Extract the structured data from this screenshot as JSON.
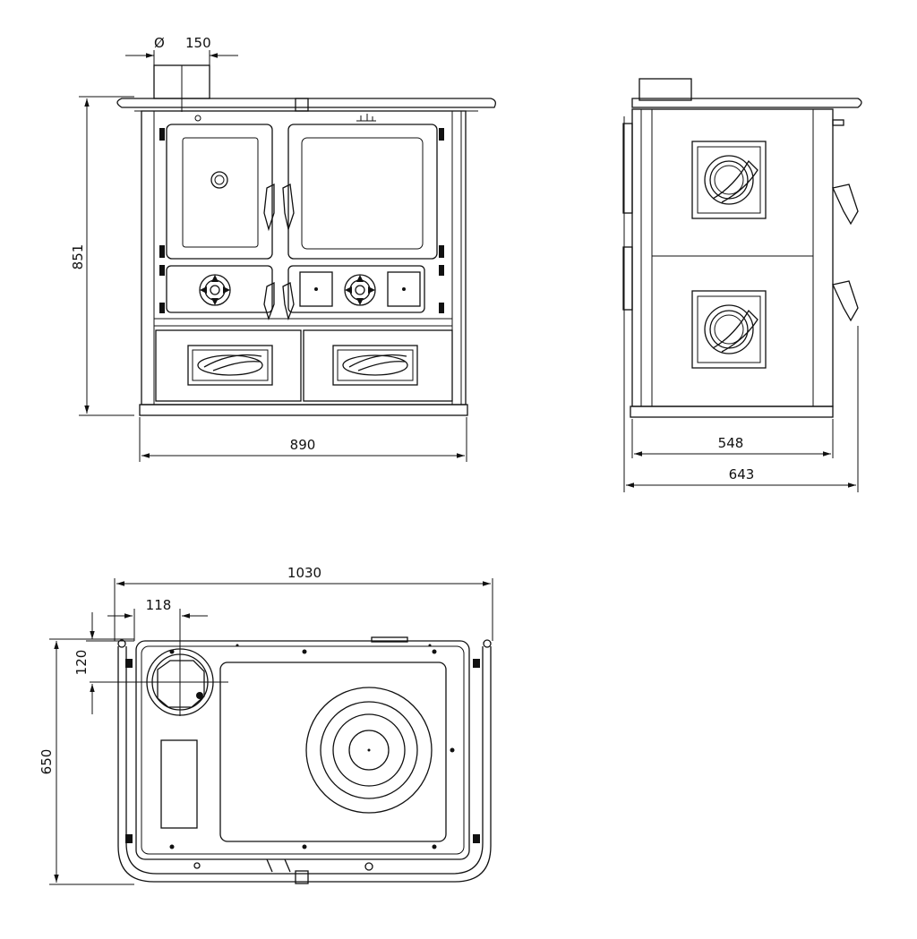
{
  "front_view": {
    "flue_diameter_symbol": "Ø",
    "flue_diameter": "150",
    "height": "851",
    "width": "890"
  },
  "side_view": {
    "depth_body": "548",
    "depth_total": "643"
  },
  "top_view": {
    "width_total": "1030",
    "flue_offset_x": "118",
    "flue_offset_y": "120",
    "depth_total": "650"
  }
}
